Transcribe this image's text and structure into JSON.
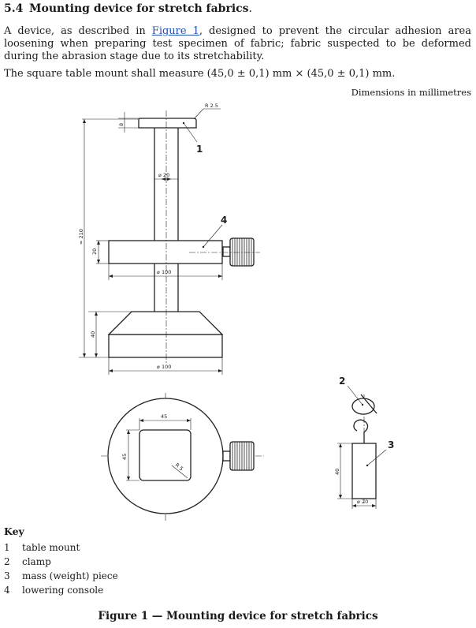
{
  "section": {
    "number": "5.4",
    "title": "Mounting device for stretch fabrics",
    "title_suffix": "."
  },
  "paragraphs": {
    "p1_before": "A device, as described in ",
    "p1_link": "Figure 1",
    "p1_after": ", designed to prevent the circular adhesion area loosening when preparing test specimen of fabric; fabric suspected to be deformed during the abrasion stage due to its stretchability.",
    "p2": "The square table mount shall measure (45,0 ± 0,1) mm × (45,0 ± 0,1) mm."
  },
  "figure": {
    "units_note": "Dimensions in millimetres",
    "dimensions": {
      "cap_radius": "R 2.5",
      "cap_height": "8",
      "column_diameter": "⌀ 20",
      "overall_height": "≈ 210",
      "console_height": "20",
      "console_diameter": "⌀ 100",
      "base_height": "40",
      "base_diameter": "⌀ 100",
      "square_width": "45",
      "square_height": "45",
      "corner_radius": "R 5",
      "weight_height": "40",
      "weight_diameter": "⌀ 20"
    },
    "callouts": [
      "1",
      "2",
      "3",
      "4"
    ],
    "caption": "Figure 1 — Mounting device for stretch fabrics"
  },
  "key": {
    "title": "Key",
    "items": [
      {
        "num": "1",
        "label": "table mount"
      },
      {
        "num": "2",
        "label": "clamp"
      },
      {
        "num": "3",
        "label": "mass (weight) piece"
      },
      {
        "num": "4",
        "label": "lowering console"
      }
    ]
  }
}
